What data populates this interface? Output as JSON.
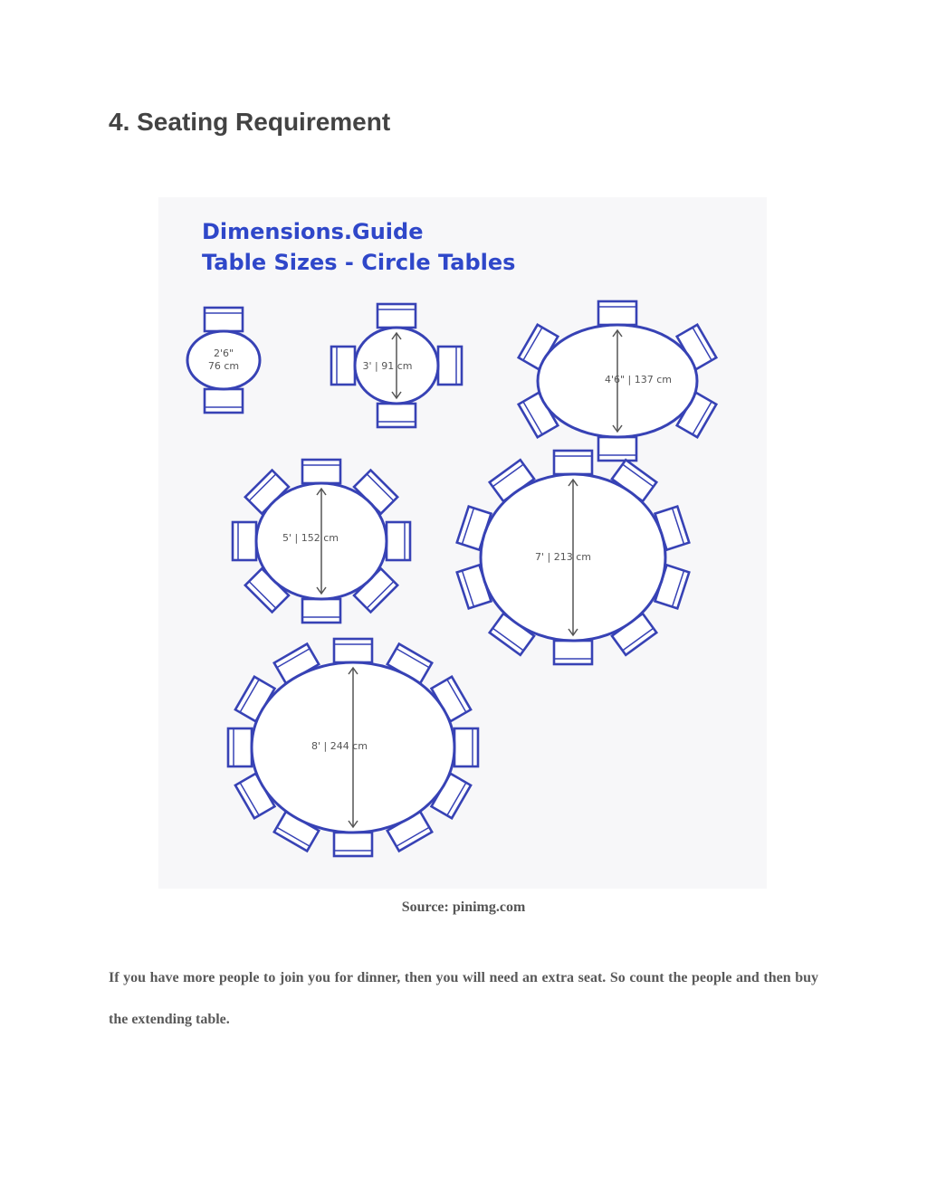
{
  "heading": "4. Seating Requirement",
  "figure": {
    "title_line1": "Dimensions.Guide",
    "title_line2": "Table Sizes - Circle Tables",
    "colors": {
      "title": "#2f47c9",
      "stroke": "#3742b5",
      "label": "#555555"
    },
    "tables": [
      {
        "label_line1": "2'6\"",
        "label_line2": "76 cm",
        "seats": 2
      },
      {
        "label": "3' | 91 cm",
        "seats": 4
      },
      {
        "label": "4'6\" | 137 cm",
        "seats": 6
      },
      {
        "label": "5' | 152 cm",
        "seats": 8
      },
      {
        "label": "7' | 213 cm",
        "seats": 10
      },
      {
        "label": "8' | 244 cm",
        "seats": 12
      }
    ]
  },
  "caption": "Source: pinimg.com",
  "paragraph": "If you have more people to join you for dinner, then you will need an extra seat. So count the people and then buy the extending table."
}
